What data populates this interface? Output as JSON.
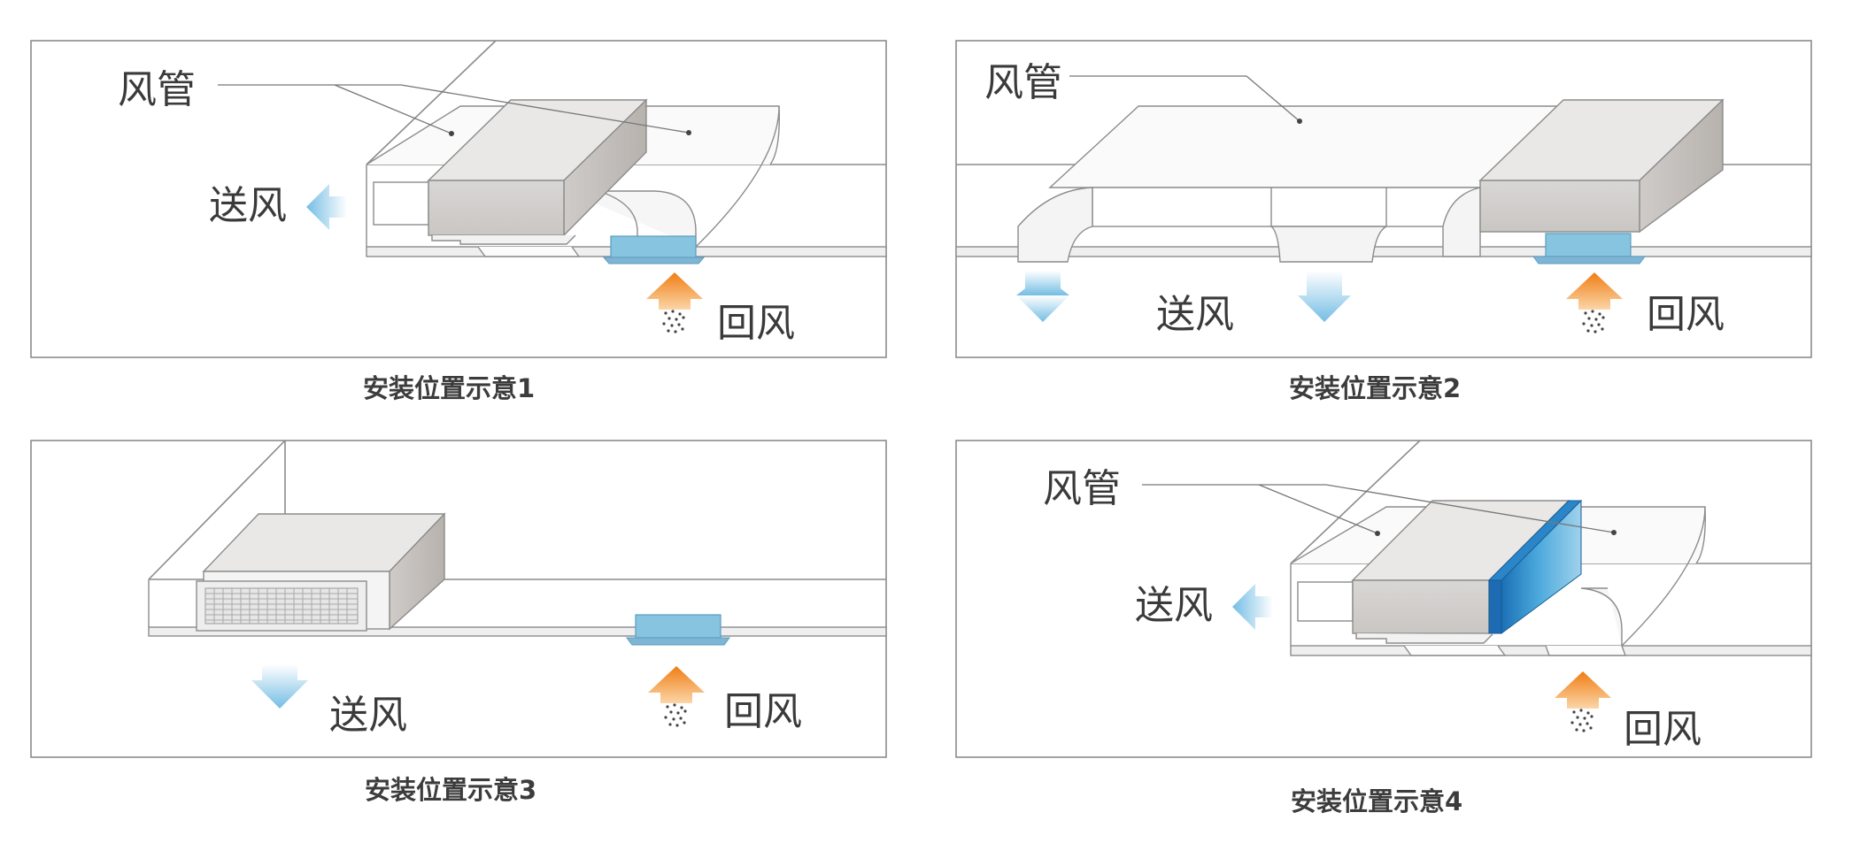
{
  "panels": [
    {
      "duct_label": "风管",
      "supply_label": "送风",
      "return_label": "回风",
      "caption": "安装位置示意1"
    },
    {
      "duct_label": "风管",
      "supply_label": "送风",
      "return_label": "回风",
      "caption": "安装位置示意2"
    },
    {
      "duct_label": "",
      "supply_label": "送风",
      "return_label": "回风",
      "caption": "安装位置示意3"
    },
    {
      "duct_label": "风管",
      "supply_label": "送风",
      "return_label": "回风",
      "caption": "安装位置示意4"
    }
  ],
  "colors": {
    "frame": "#8c8c8c",
    "unit_front": "#d2d0ce",
    "unit_top": "#e9e8e6",
    "unit_side": "#c2bebb",
    "return_grille": "#82c3e0",
    "filter": "#1e82c8",
    "supply_arrow": "#8ccbe8",
    "return_arrow": "#f07d14"
  },
  "icons": {
    "supply_arrow": "supply-air-arrow-icon",
    "return_arrow": "return-air-arrow-icon"
  }
}
